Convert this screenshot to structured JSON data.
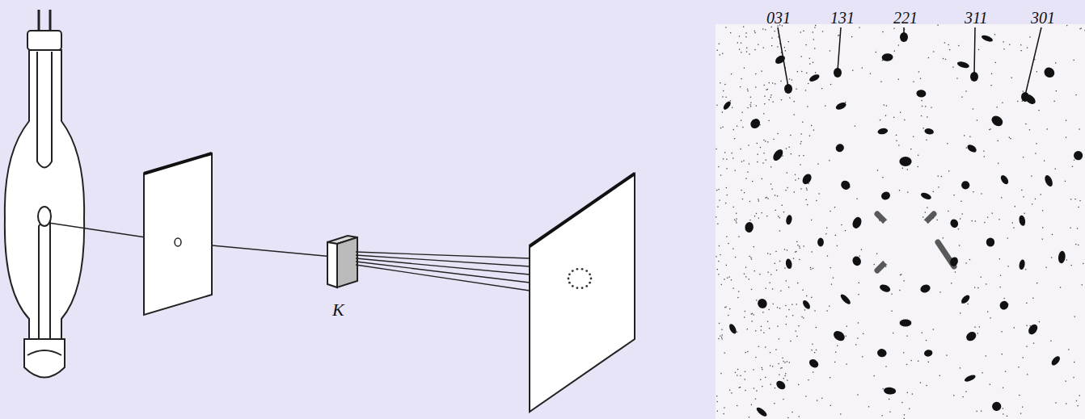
{
  "diagram": {
    "labels": [
      "K",
      "031",
      "131",
      "221",
      "311",
      "301"
    ]
  }
}
